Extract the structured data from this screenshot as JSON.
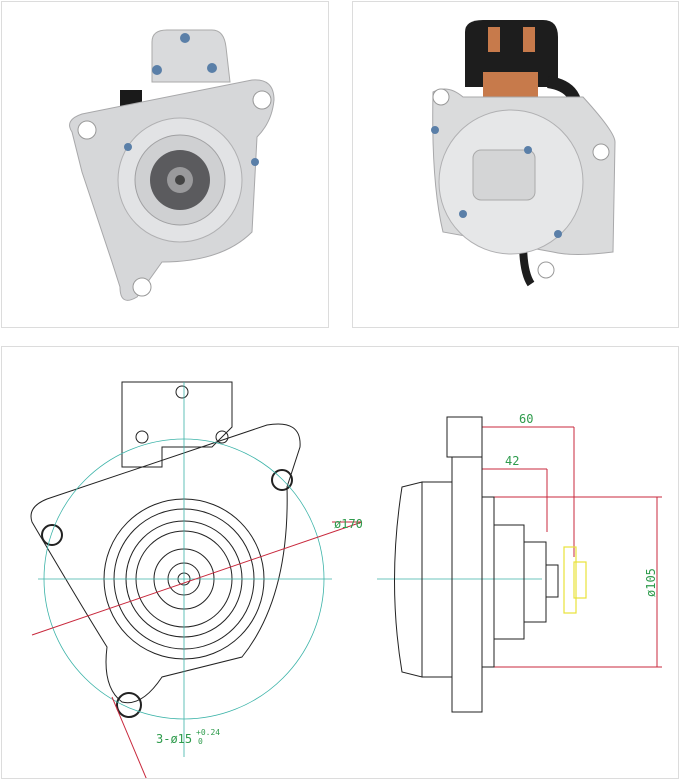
{
  "photos": [
    {
      "name": "starter-front-view"
    },
    {
      "name": "starter-rear-view"
    }
  ],
  "drawing": {
    "dimensions": {
      "bolt_circle": "ø170",
      "mount_holes": "3-ø15",
      "tol_upper": "+0.24",
      "tol_lower": "0",
      "length_60": "60",
      "length_42": "42",
      "pilot_diameter": "ø105"
    },
    "colors": {
      "outline": "#222222",
      "center": "#3bb3a8",
      "dimension": "#c8283c",
      "text": "#2e9b4c",
      "pinion": "#e8e23a"
    }
  }
}
